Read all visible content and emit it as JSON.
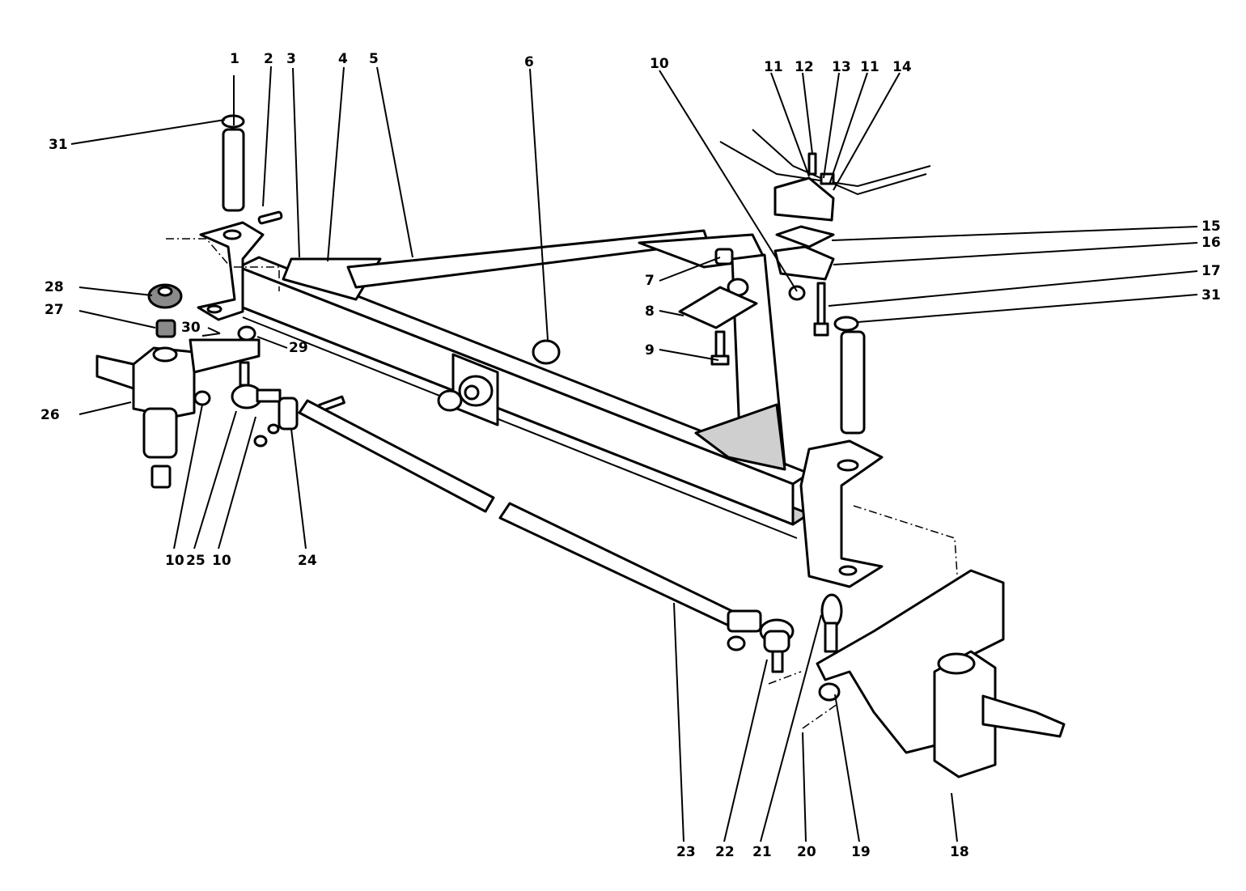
{
  "callouts": [
    {
      "id": "c1",
      "label": "1"
    },
    {
      "id": "c2",
      "label": "2"
    },
    {
      "id": "c3",
      "label": "3"
    },
    {
      "id": "c4",
      "label": "4"
    },
    {
      "id": "c5",
      "label": "5"
    },
    {
      "id": "c6",
      "label": "6"
    },
    {
      "id": "c10a",
      "label": "10"
    },
    {
      "id": "c11a",
      "label": "11"
    },
    {
      "id": "c12",
      "label": "12"
    },
    {
      "id": "c13",
      "label": "13"
    },
    {
      "id": "c11b",
      "label": "11"
    },
    {
      "id": "c14",
      "label": "14"
    },
    {
      "id": "c15",
      "label": "15"
    },
    {
      "id": "c16",
      "label": "16"
    },
    {
      "id": "c17",
      "label": "17"
    },
    {
      "id": "c31b",
      "label": "31"
    },
    {
      "id": "c31a",
      "label": "31"
    },
    {
      "id": "c28",
      "label": "28"
    },
    {
      "id": "c27",
      "label": "27"
    },
    {
      "id": "c30",
      "label": "30"
    },
    {
      "id": "c29",
      "label": "29"
    },
    {
      "id": "c26",
      "label": "26"
    },
    {
      "id": "c7",
      "label": "7"
    },
    {
      "id": "c8",
      "label": "8"
    },
    {
      "id": "c9",
      "label": "9"
    },
    {
      "id": "c10b",
      "label": "10"
    },
    {
      "id": "c25",
      "label": "25"
    },
    {
      "id": "c10c",
      "label": "10"
    },
    {
      "id": "c24",
      "label": "24"
    },
    {
      "id": "c23",
      "label": "23"
    },
    {
      "id": "c22",
      "label": "22"
    },
    {
      "id": "c21",
      "label": "21"
    },
    {
      "id": "c20",
      "label": "20"
    },
    {
      "id": "c19",
      "label": "19"
    },
    {
      "id": "c18",
      "label": "18"
    }
  ]
}
